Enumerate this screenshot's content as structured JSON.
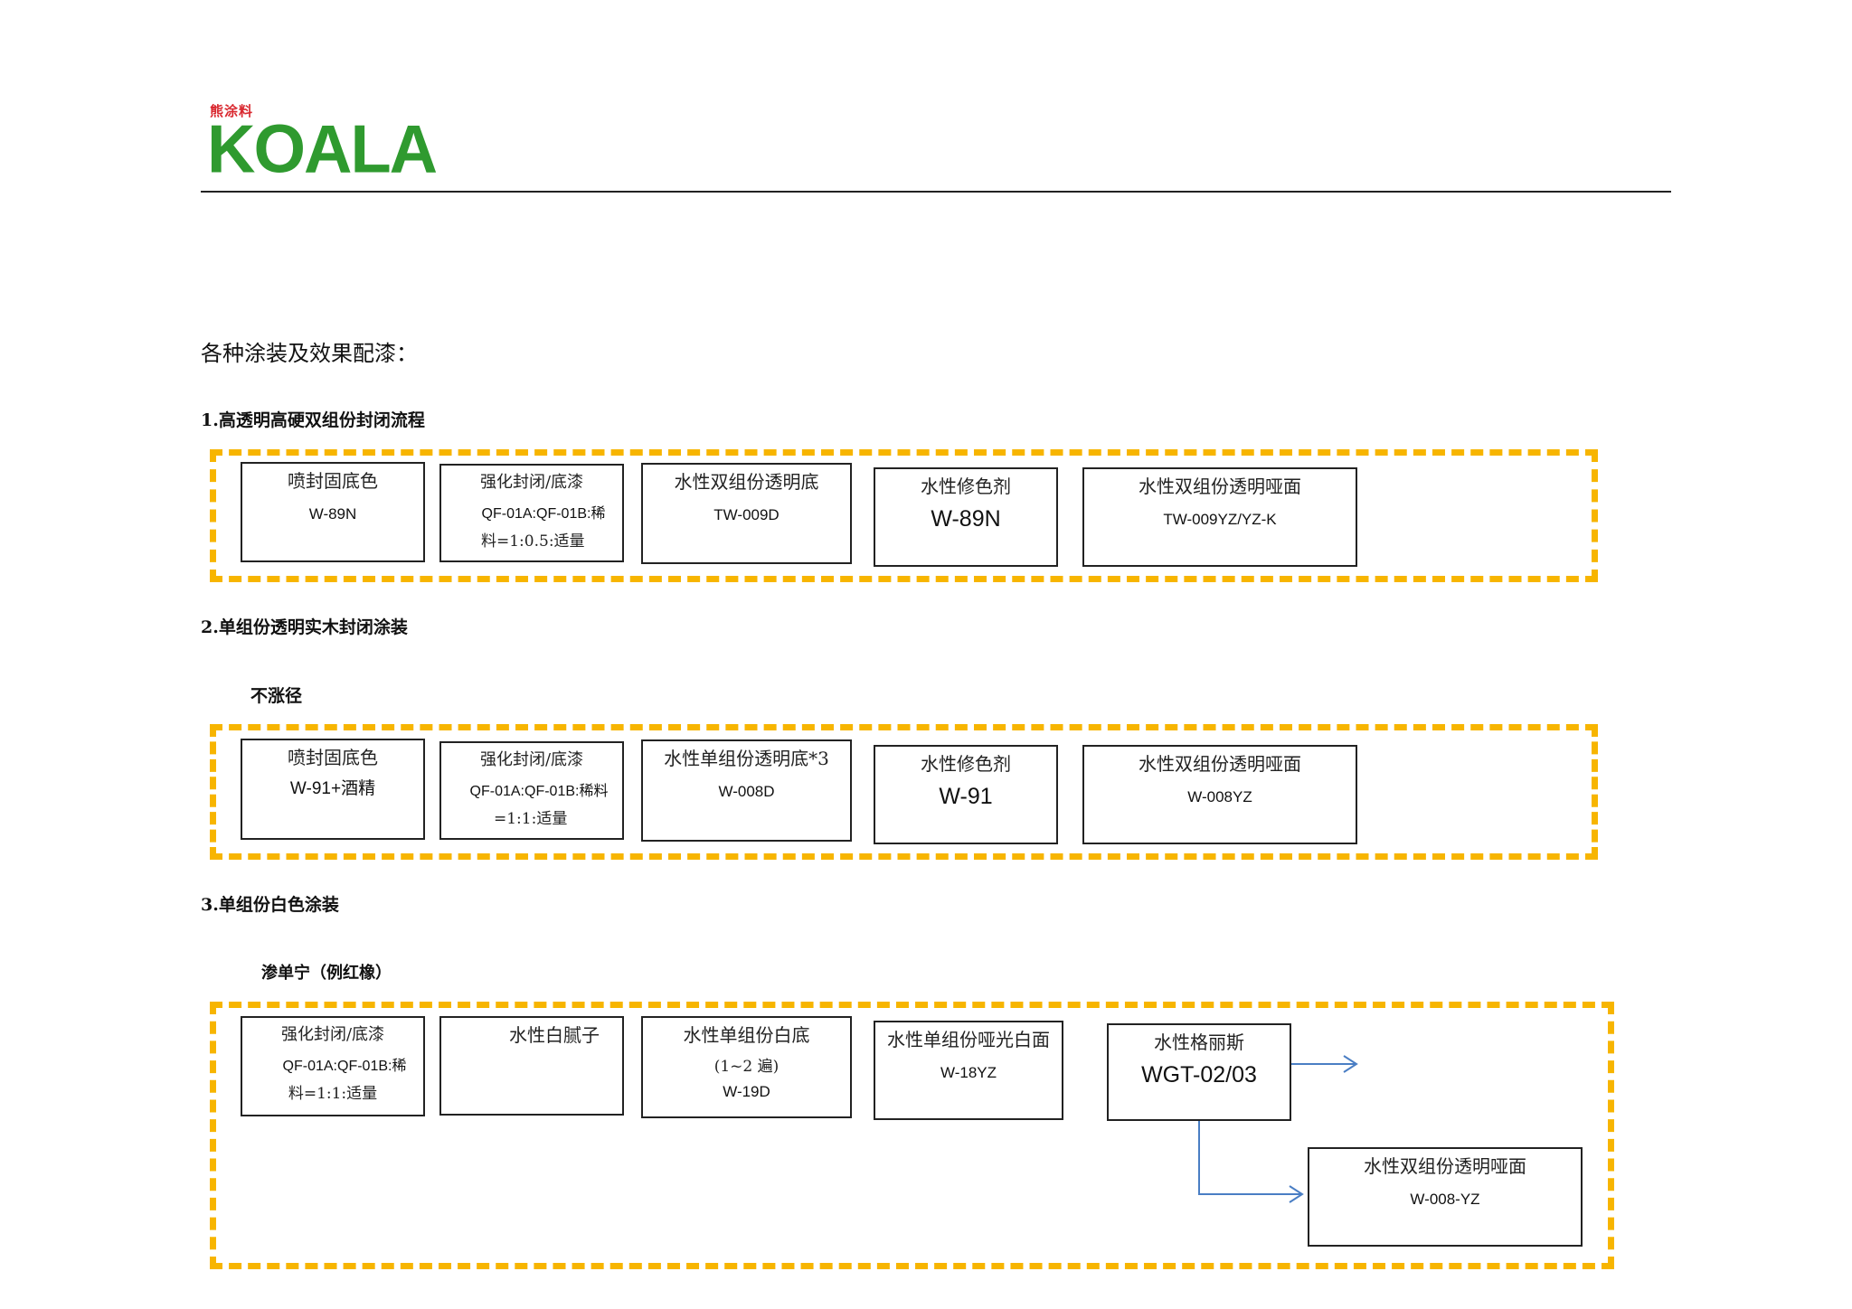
{
  "logo": {
    "sub": "熊涂料",
    "main": "KOALA"
  },
  "title": "各种涂装及效果配漆：",
  "sections": [
    {
      "heading": "1.高透明高硬双组份封闭流程",
      "boxes": [
        {
          "l1": "喷封固底色",
          "l2": "W-89N"
        },
        {
          "l1": "强化封闭/底漆",
          "l2": "QF-01A:QF-01B:稀",
          "l3": "料=1:0.5:适量"
        },
        {
          "l1": "水性双组份透明底",
          "l2": "TW-009D"
        },
        {
          "l1": "水性修色剂",
          "l2": "W-89N"
        },
        {
          "l1": "水性双组份透明哑面",
          "l2": "TW-009YZ/YZ-K"
        }
      ]
    },
    {
      "heading": "2.单组份透明实木封闭涂装",
      "subheading": "不涨径",
      "boxes": [
        {
          "l1": "喷封固底色",
          "l2": "W-91+酒精"
        },
        {
          "l1": "强化封闭/底漆",
          "l2": "QF-01A:QF-01B:稀料",
          "l3": "=1:1:适量"
        },
        {
          "l1": "水性单组份透明底*3",
          "l2": "W-008D"
        },
        {
          "l1": "水性修色剂",
          "l2": "W-91"
        },
        {
          "l1": "水性双组份透明哑面",
          "l2": "W-008YZ"
        }
      ]
    },
    {
      "heading": "3.单组份白色涂装",
      "subheading": "渗单宁（例红橡）",
      "boxes": [
        {
          "l1": "强化封闭/底漆",
          "l2": "QF-01A:QF-01B:稀",
          "l3": "料=1:1:适量"
        },
        {
          "l1": "水性白腻子"
        },
        {
          "l1": "水性单组份白底",
          "l2": "(1~2 遍)",
          "l3": "W-19D"
        },
        {
          "l1": "水性单组份哑光白面",
          "l2": "W-18YZ"
        },
        {
          "l1": "水性格丽斯",
          "l2": "WGT-02/03"
        },
        {
          "l1": "水性双组份透明哑面",
          "l2": "W-008-YZ"
        }
      ]
    }
  ],
  "colors": {
    "dashed_border": "#f7b500",
    "arrow": "#4a7ec4",
    "logo_green": "#2f9a2f",
    "logo_red": "#d9282f"
  }
}
